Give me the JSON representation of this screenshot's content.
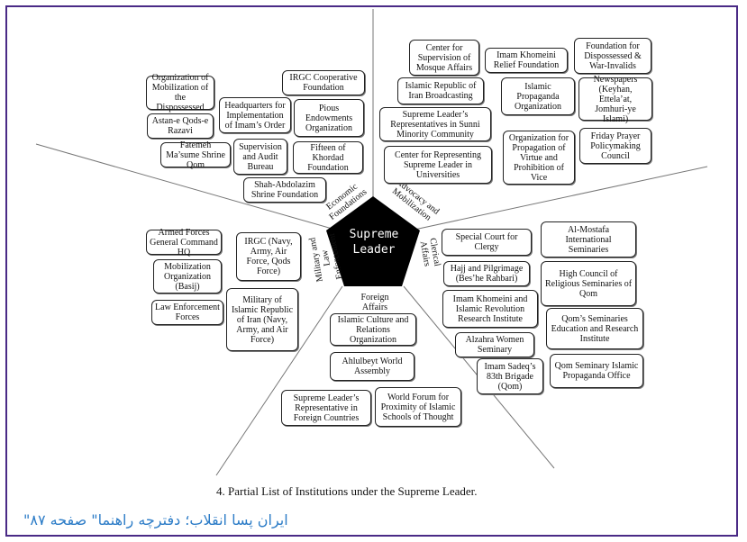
{
  "center": "Supreme\nLeader",
  "sectors": {
    "economic": "Economic\nFoundations",
    "advocacy": "Advocacy and\nMobilization",
    "clerical": "Clerical\nAffairs",
    "foreign": "Foreign\nAffairs",
    "military": "Military and\nLaw\nEnforcement"
  },
  "nodes": {
    "org_mobilization_dispossessed": "Organization of Mobilization of the Dispossessed",
    "irgc_cooperative": "IRGC Cooperative Foundation",
    "hq_imam_order": "Headquarters for Implementation of Imam’s Order",
    "astan_qods": "Astan-e Qods-e Razavi",
    "pious_endowments": "Pious Endowments Organization",
    "fatemeh_shrine": "Fatemeh Ma’sume Shrine Qom",
    "supervision_audit": "Supervision and Audit Bureau",
    "fifteen_khordad": "Fifteen of Khordad Foundation",
    "shah_abdolazim": "Shah-Abdolazim Shrine Foundation",
    "mosque_affairs": "Center for Supervision of Mosque Affairs",
    "relief_foundation": "Imam Khomeini Relief Foundation",
    "dispossessed_war": "Foundation for Dispossessed & War-Invalids",
    "irib": "Islamic Republic of Iran Broadcasting",
    "islamic_propaganda": "Islamic Propaganda Organization",
    "newspapers": "Newspapers (Keyhan, Ettela’at, Jomhuri-ye Islami)",
    "sunni_reps": "Supreme Leader’s Representatives in Sunni Minority Community",
    "universities": "Center for Representing Supreme Leader in Universities",
    "virtue_vice": "Organization for Propagation of Virtue and Prohibition of Vice",
    "friday_prayer": "Friday Prayer Policymaking Council",
    "armed_forces_hq": "Armed Forces General Command HQ",
    "basij": "Mobilization Organization (Basij)",
    "law_enforcement": "Law Enforcement Forces",
    "irgc": "IRGC (Navy, Army, Air Force, Qods Force)",
    "military_iri": "Military of Islamic Republic of Iran (Navy, Army, and Air Force)",
    "culture_relations": "Islamic Culture and Relations Organization",
    "ahlulbeyt": "Ahlulbeyt World Assembly",
    "foreign_reps": "Supreme Leader’s Representative in Foreign Countries",
    "world_forum": "World Forum for Proximity of Islamic Schools of Thought",
    "special_court": "Special Court for Clergy",
    "hajj": "Hajj and Pilgrimage (Bes’he Rahbari)",
    "revolution_institute": "Imam Khomeini and Islamic Revolution Research Institute",
    "alzahra": "Alzahra Women Seminary",
    "imam_sadeq": "Imam Sadeq’s 83th Brigade (Qom)",
    "al_mostafa": "Al-Mostafa International Seminaries",
    "high_council": "High Council of Religious Seminaries of Qom",
    "seminaries_research": "Qom’s Seminaries Education and Research Institute",
    "qom_propaganda": "Qom Seminary Islamic Propaganda Office"
  },
  "caption": "4. Partial List of Institutions under the Supreme Leader.",
  "footer": "\"ایران پسا انقلاب؛ دفترچه راهنما\" صفحه ۸۷",
  "colors": {
    "frame": "#4a2a86",
    "footer": "#2c7cc7",
    "pentagon": "#000000"
  }
}
